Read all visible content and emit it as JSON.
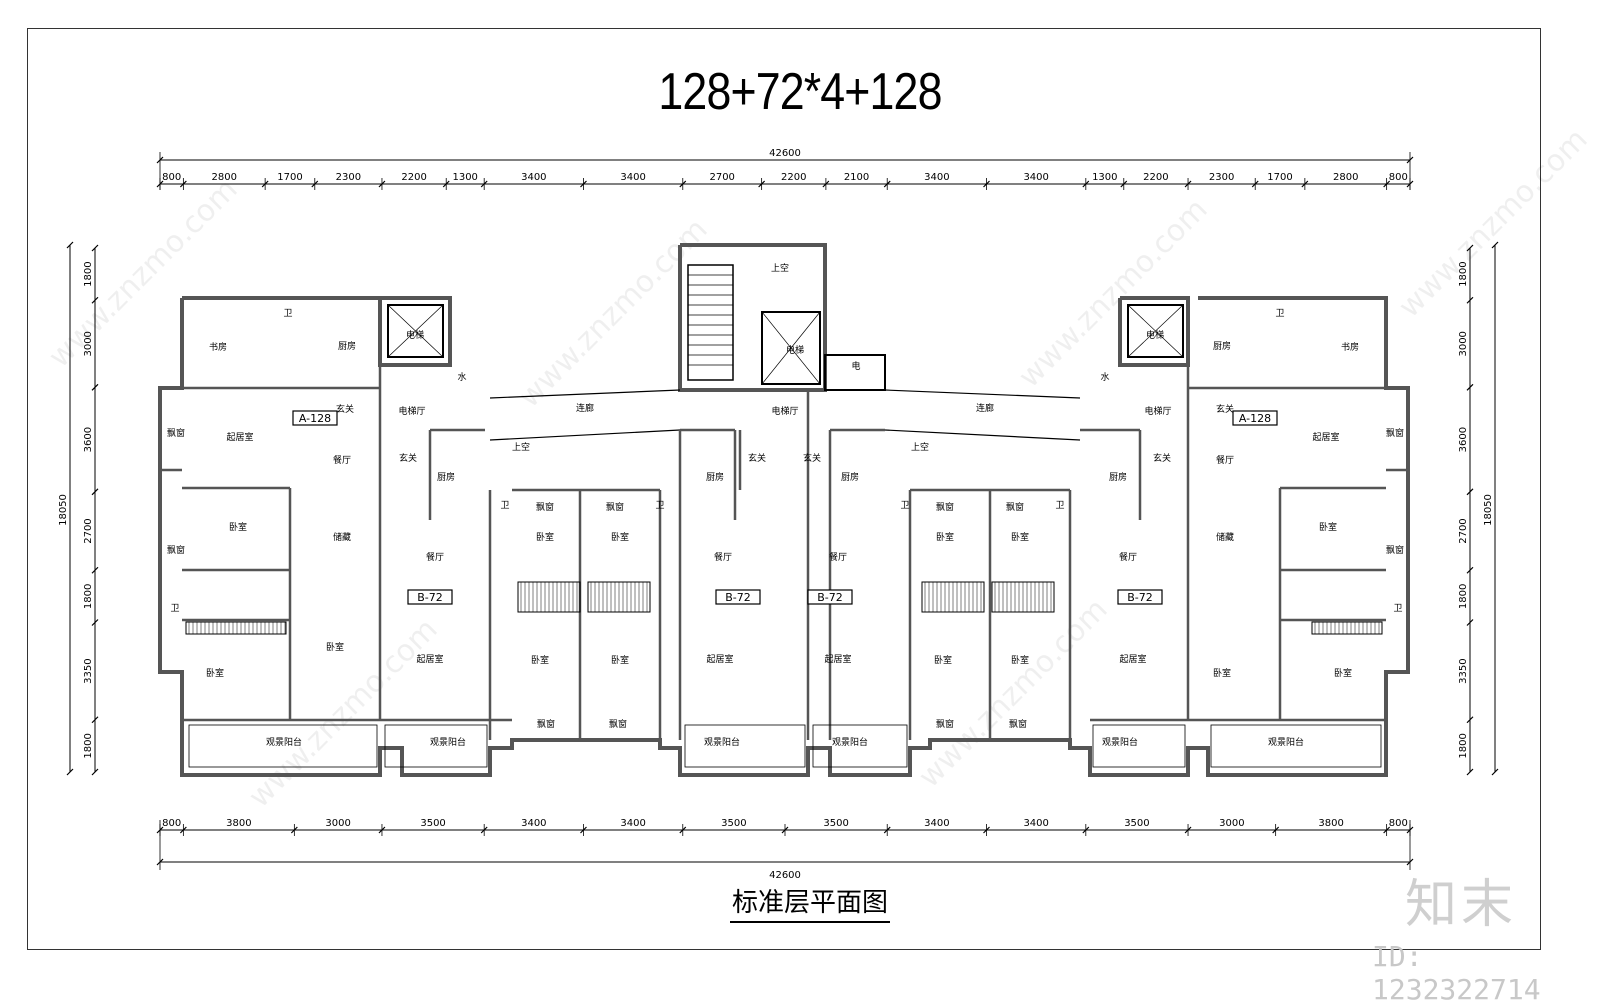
{
  "title": "128+72*4+128",
  "caption": "标准层平面图",
  "brand": "知末",
  "image_id_label": "ID: 1232322714",
  "watermark": "www.znzmo.com",
  "dims": {
    "total": "42600",
    "top": [
      "800",
      "2800",
      "1700",
      "2300",
      "2200",
      "1300",
      "3400",
      "3400",
      "2700",
      "2200",
      "2100",
      "3400",
      "3400",
      "1300",
      "2200",
      "2300",
      "1700",
      "2800",
      "800"
    ],
    "bottom": [
      "800",
      "3800",
      "3000",
      "3500",
      "3400",
      "3400",
      "3500",
      "3500",
      "3400",
      "3400",
      "3500",
      "3000",
      "3800",
      "800"
    ],
    "side_total": "18050",
    "side": [
      "1800",
      "3000",
      "3600",
      "2700",
      "1800",
      "3350",
      "1800"
    ]
  },
  "unit_tags": [
    "A-128",
    "B-72",
    "B-72",
    "B-72",
    "B-72",
    "A-128"
  ],
  "rooms": {
    "study": "书房",
    "wc": "卫",
    "kitchen": "厨房",
    "elevator": "电梯",
    "elevator_lobby": "电梯厅",
    "corridor": "连廊",
    "foyer": "玄关",
    "living": "起居室",
    "dining": "餐厅",
    "bedroom": "卧室",
    "bay_window": "飘窗",
    "storage": "储藏",
    "balcony": "观景阳台",
    "void": "上空",
    "water": "水",
    "electric": "电"
  },
  "colors": {
    "wall": "#555555",
    "line": "#000000",
    "watermark": "#d0d0d0"
  }
}
